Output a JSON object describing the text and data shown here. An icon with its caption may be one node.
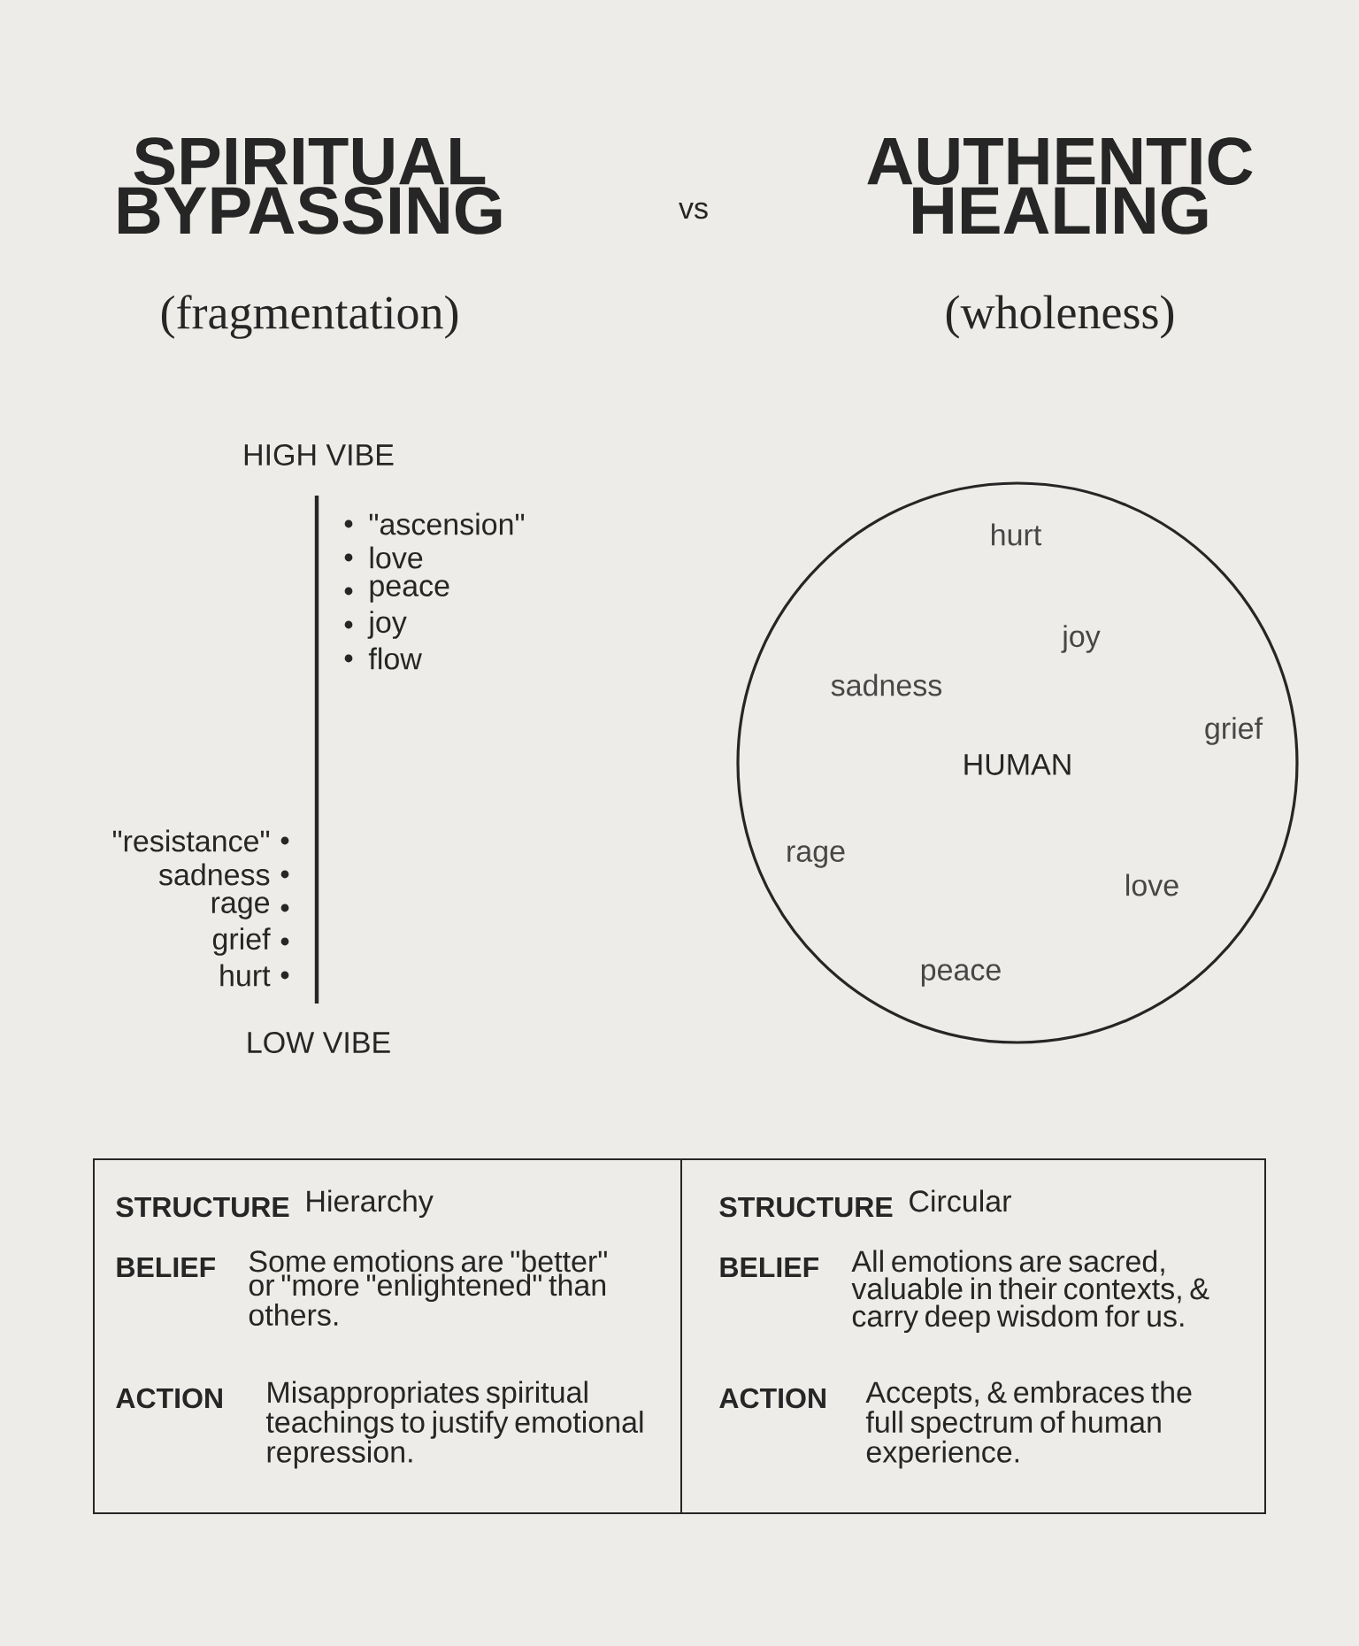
{
  "diagram": {
    "nodes": [
      {
        "text": [
          "hurt",
          "joy",
          "sadness",
          "grief",
          "HUMAN",
          "rage",
          "love",
          "peace"
        ]
      }
    ],
    "labels": [
      "SPIRITUAL BYPASSING",
      "vs",
      "AUTHENTIC HEALING",
      "(fragmentation)",
      "(wholeness)",
      "HIGH VIBE",
      "\"ascension\"",
      "love",
      "peace",
      "joy",
      "flow",
      "\"resistance\"",
      "sadness",
      "rage",
      "grief",
      "hurt",
      "LOW VIBE",
      "STRUCTURE",
      "Hierarchy",
      "STRUCTURE",
      "Circular",
      "BELIEF",
      "Some emotions are \"better\" or \"more \"enlightened\" than others.",
      "BELIEF",
      "All emotions are sacred, valuable in their contexts, & carry deep wisdom for us.",
      "ACTION",
      "Misappropriates spiritual teachings to justify emotional repression.",
      "ACTION",
      "Accepts, & embraces the full spectrum of human experience."
    ]
  }
}
